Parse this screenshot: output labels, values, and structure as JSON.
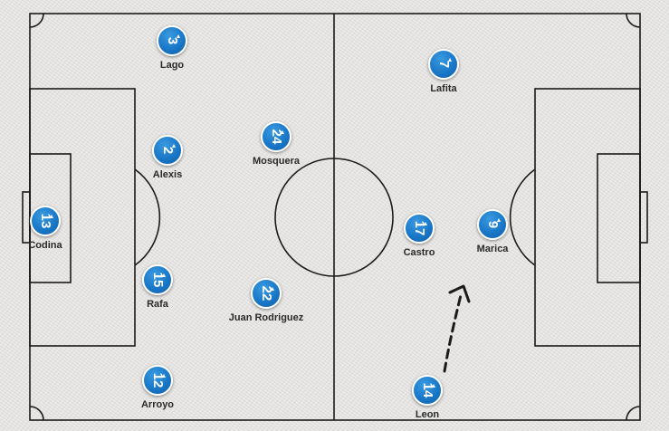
{
  "players": [
    {
      "number": "3",
      "name": "Lago"
    },
    {
      "number": "2",
      "name": "Alexis"
    },
    {
      "number": "13",
      "name": "Codina"
    },
    {
      "number": "15",
      "name": "Rafa"
    },
    {
      "number": "12",
      "name": "Arroyo"
    },
    {
      "number": "24",
      "name": "Mosquera"
    },
    {
      "number": "22",
      "name": "Juan Rodriguez"
    },
    {
      "number": "7",
      "name": "Lafita"
    },
    {
      "number": "17",
      "name": "Castro"
    },
    {
      "number": "9",
      "name": "Marica"
    },
    {
      "number": "14",
      "name": "Leon"
    }
  ],
  "colors": {
    "badge": "#1a78c8",
    "badge_border": "#ffffff",
    "pitch_lines": "#1a1a1a",
    "name_text": "#2a2a2a"
  }
}
